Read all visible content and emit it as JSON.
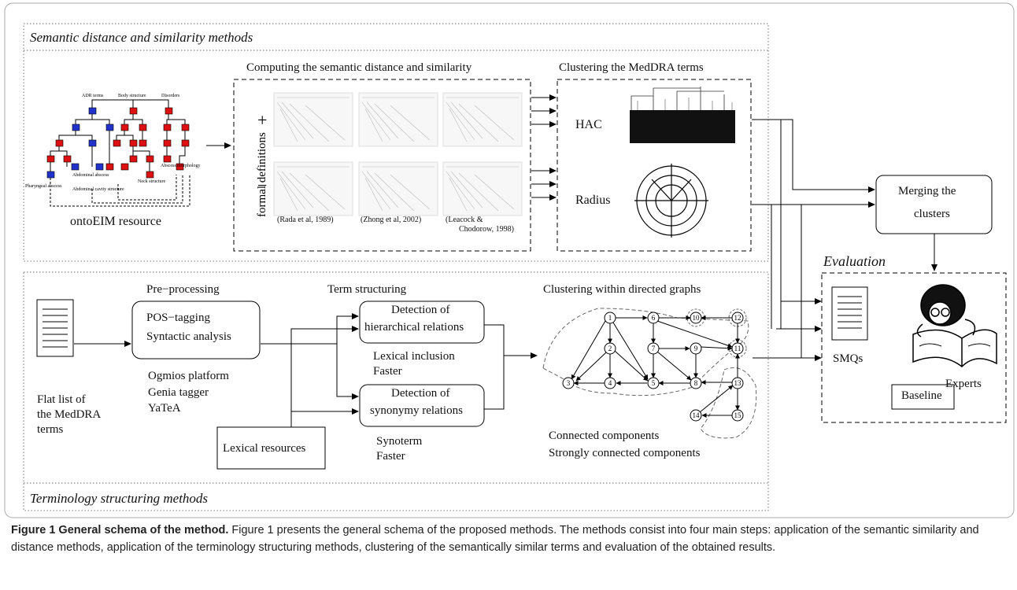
{
  "top_section": {
    "title": "Semantic distance and similarity methods",
    "onto_label": "ontoEIM resource",
    "onto_nodes": {
      "adr": "ADR terms",
      "body": "Body structure",
      "disorders": "Disorders",
      "abd_abscess": "Abdominal abscess",
      "pharyngeal": "Pharyngeal abscess",
      "abd_cavity": "Abdominal cavity structure",
      "neck": "Neck structure",
      "abscess_morph": "Abscess morphology"
    },
    "computing_title": "Computing the semantic distance and similarity",
    "formal_def": "formal definitions",
    "plus": "+",
    "minus": "−",
    "refs": [
      "(Rada et al, 1989)",
      "(Zhong et al, 2002)",
      "(Leacock &",
      "Chodorow, 1998)"
    ],
    "clustering_title": "Clustering the MedDRA terms",
    "hac": "HAC",
    "radius": "Radius"
  },
  "merge": {
    "line1": "Merging the",
    "line2": "clusters"
  },
  "evaluation": {
    "title": "Evaluation",
    "smqs": "SMQs",
    "baseline": "Baseline",
    "experts": "Experts"
  },
  "bottom_section": {
    "title": "Terminology structuring methods",
    "flat_list": [
      "Flat list of",
      "the MedDRA",
      "terms"
    ],
    "preprocessing_title": "Pre−processing",
    "pos_tagging": "POS−tagging",
    "syntactic": "Syntactic analysis",
    "tools": [
      "Ogmios platform",
      "Genia tagger",
      "YaTeA"
    ],
    "lexical_resources": "Lexical resources",
    "term_structuring_title": "Term structuring",
    "hier_box": [
      "Detection of",
      "hierarchical relations"
    ],
    "hier_notes": [
      "Lexical inclusion",
      "Faster"
    ],
    "syn_box": [
      "Detection of",
      "synonymy relations"
    ],
    "syn_notes": [
      "Synoterm",
      "Faster"
    ],
    "graph_title": "Clustering within directed graphs",
    "graph_nodes": [
      "1",
      "2",
      "3",
      "4",
      "5",
      "6",
      "7",
      "8",
      "9",
      "10",
      "11",
      "12",
      "13",
      "14",
      "15"
    ],
    "components": [
      "Connected components",
      "Strongly connected components"
    ]
  },
  "caption": {
    "bold": "Figure 1 General schema of the method.",
    "text": " Figure 1 presents the general schema of the proposed methods. The methods consist into four main steps: application of the semantic similarity and distance methods, application of the terminology structuring methods, clustering of the semantically similar terms and evaluation of the obtained results."
  }
}
